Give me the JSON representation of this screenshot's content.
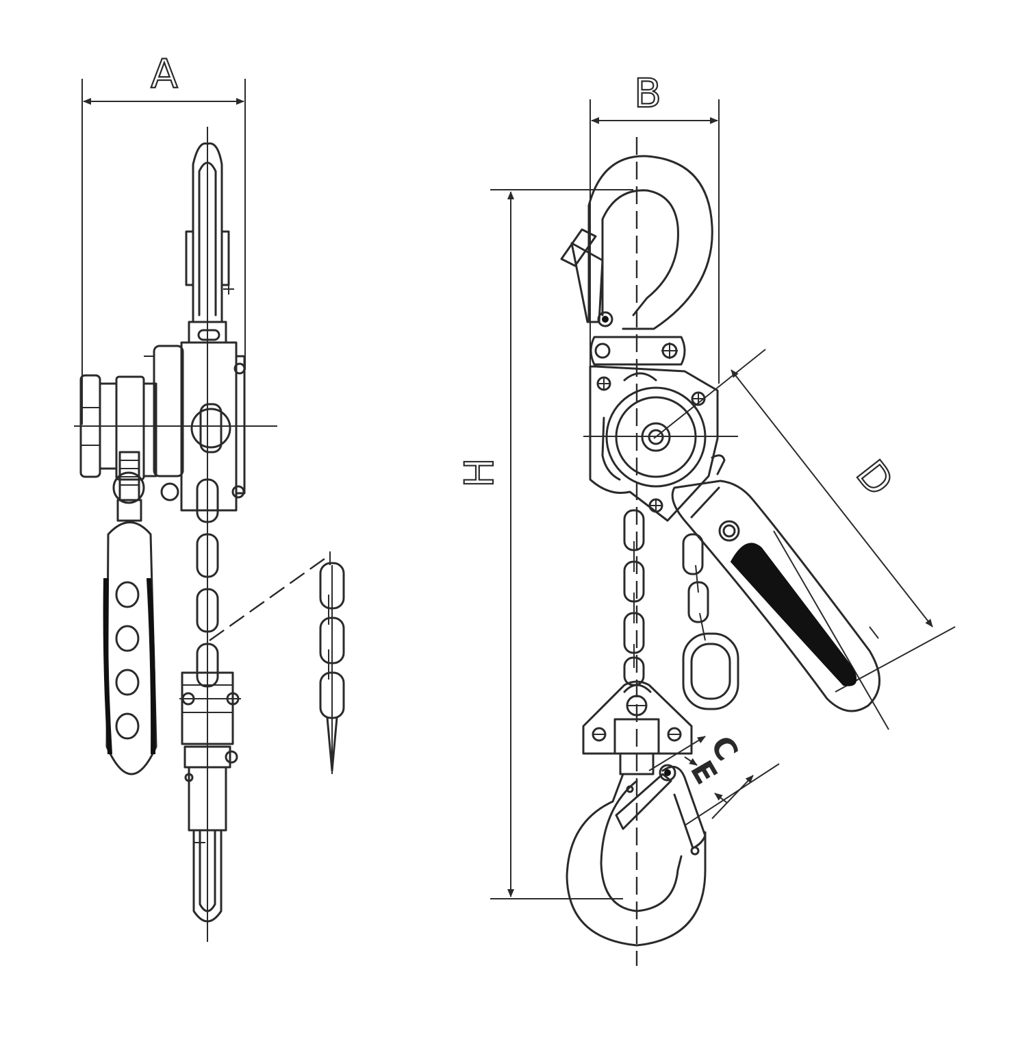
{
  "dimension_labels": {
    "a": "A",
    "b": "B",
    "h": "H",
    "d": "D",
    "c": "C",
    "e": "E"
  },
  "views": [
    {
      "name": "side-view"
    },
    {
      "name": "front-view"
    },
    {
      "name": "chain-detail"
    }
  ]
}
